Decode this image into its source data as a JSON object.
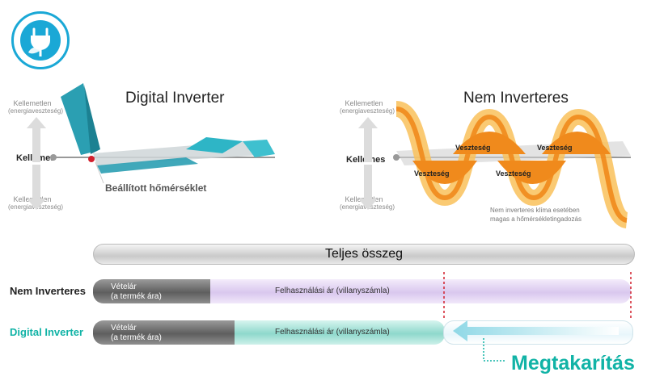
{
  "header": {
    "logo_icon": "eco-plug-icon"
  },
  "digital": {
    "title": "Digital Inverter",
    "uncomfortable_top": "Kellemetlen",
    "uncomfortable_top_sub": "(energiaveszteség)",
    "comfortable": "Kellemes",
    "uncomfortable_bottom": "Kellemetlen",
    "uncomfortable_bottom_sub": "(energiaveszteség)",
    "set_temp_label": "Beállított hőmérséklet"
  },
  "non_inverter": {
    "title": "Nem Inverteres",
    "uncomfortable_top": "Kellemetlen",
    "uncomfortable_top_sub": "(energiaveszteség)",
    "comfortable": "Kellemes",
    "uncomfortable_bottom": "Kellemetlen",
    "uncomfortable_bottom_sub": "(energiaveszteség)",
    "loss_label": "Veszteség",
    "note_line1": "Nem inverteres klíma esetében",
    "note_line2": "magas a hőmérsékletingadozás"
  },
  "cost": {
    "total_label": "Teljes összeg",
    "rows": [
      {
        "name": "Nem Inverteres",
        "price_line1": "Vételár",
        "price_line2": "(a termék ára)",
        "usage_label": "Felhasználási ár (villanyszámla)"
      },
      {
        "name": "Digital Inverter",
        "price_line1": "Vételár",
        "price_line2": "(a termék ára)",
        "usage_label": "Felhasználási ár (villanyszámla)"
      }
    ],
    "savings_label": "Megtakarítás"
  },
  "colors": {
    "brand_blue": "#1aa8d6",
    "teal": "#11b3a6",
    "orange": "#f08a1c",
    "violet": "#d9c7ee"
  }
}
